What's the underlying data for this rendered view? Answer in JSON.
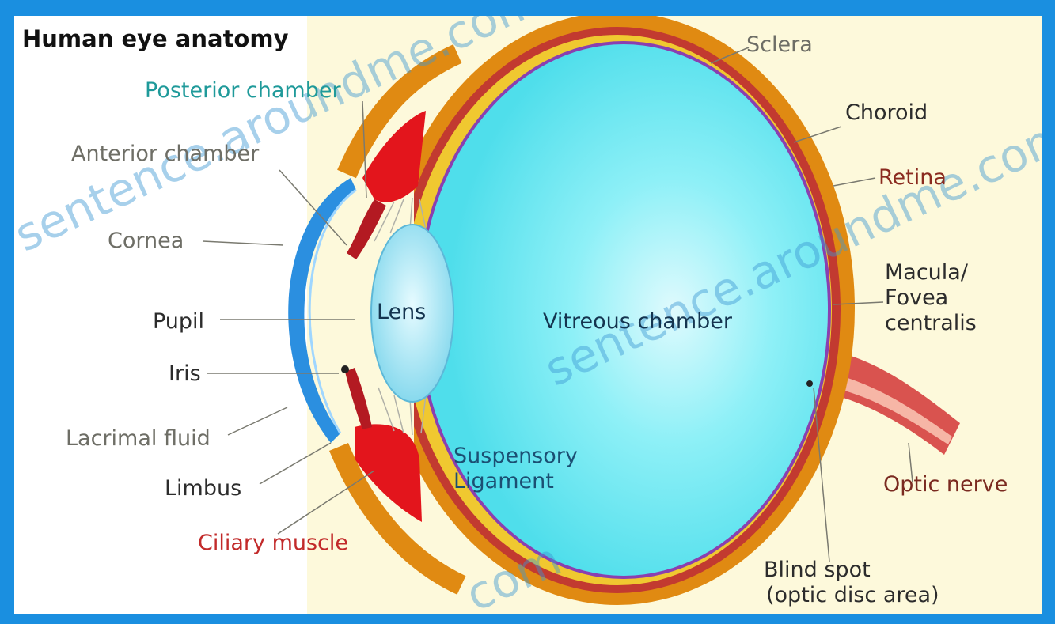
{
  "title": "Human eye anatomy",
  "labels": {
    "posterior_chamber": "Posterior chamber",
    "anterior_chamber": "Anterior chamber",
    "cornea": "Cornea",
    "pupil": "Pupil",
    "iris": "Iris",
    "lacrimal_fluid": "Lacrimal fluid",
    "limbus": "Limbus",
    "ciliary_muscle": "Ciliary muscle",
    "lens": "Lens",
    "vitreous_chamber": "Vitreous chamber",
    "suspensory_ligament_line1": "Suspensory",
    "suspensory_ligament_line2": "Ligament",
    "sclera": "Sclera",
    "choroid": "Choroid",
    "retina": "Retina",
    "macula_line1": "Macula/",
    "macula_line2": "Fovea",
    "macula_line3": "centralis",
    "optic_nerve": "Optic nerve",
    "blind_spot_line1": "Blind spot",
    "blind_spot_line2": "(optic disc area)"
  },
  "watermark": {
    "text_left": "sentence.aroundme.com",
    "text_right": "sentence.aroundme.com",
    "text_bottom": "com"
  },
  "colors": {
    "frame": "#1a8fe0",
    "background": "#fdf9db",
    "vitreous": "#5fe3ef",
    "sclera": "#e08a12",
    "choroid": "#c0392b",
    "cornea": "#2b8fe0",
    "ciliary": "#e3151c"
  }
}
